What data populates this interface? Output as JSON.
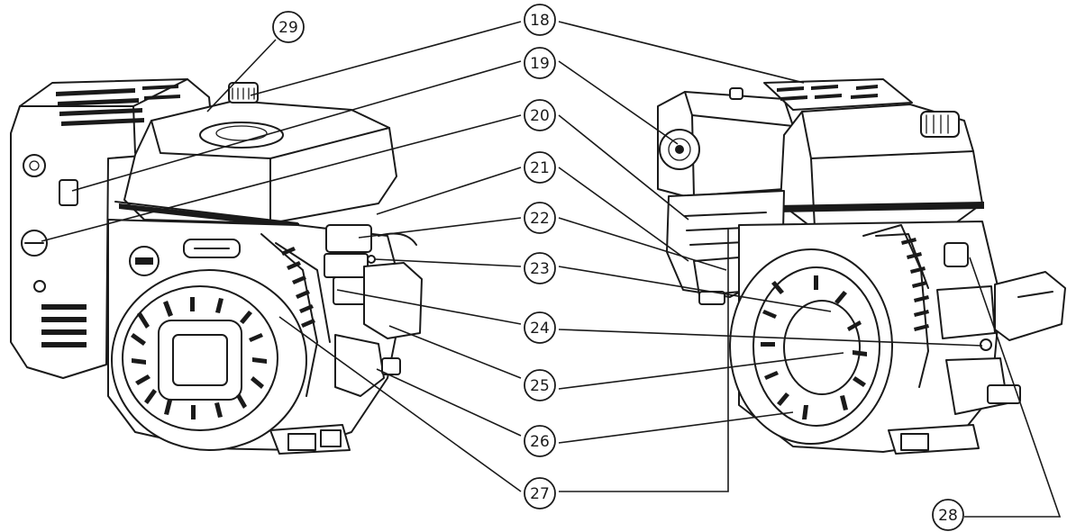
{
  "callouts": [
    {
      "id": "c18",
      "number": "18"
    },
    {
      "id": "c19",
      "number": "19"
    },
    {
      "id": "c20",
      "number": "20"
    },
    {
      "id": "c21",
      "number": "21"
    },
    {
      "id": "c22",
      "number": "22"
    },
    {
      "id": "c23",
      "number": "23"
    },
    {
      "id": "c24",
      "number": "24"
    },
    {
      "id": "c25",
      "number": "25"
    },
    {
      "id": "c26",
      "number": "26"
    },
    {
      "id": "c27",
      "number": "27"
    },
    {
      "id": "c28",
      "number": "28"
    },
    {
      "id": "c29",
      "number": "29"
    }
  ]
}
